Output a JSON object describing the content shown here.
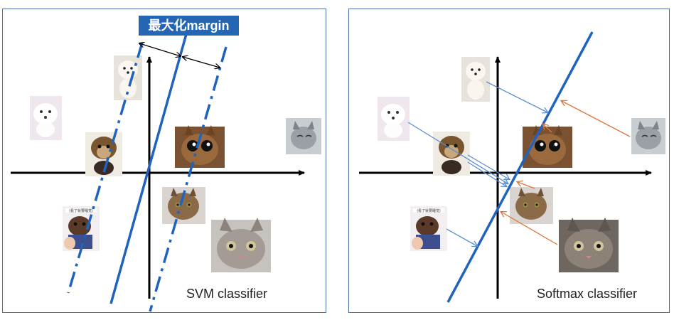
{
  "left_panel": {
    "caption": "SVM classifier",
    "margin_label": "最大化margin"
  },
  "right_panel": {
    "caption": "Softmax classifier"
  },
  "colors": {
    "frame": "#4b6fa3",
    "line": "#1f63bf",
    "dog_arrow": "#5b8fd0",
    "cat_arrow": "#e0733a",
    "badge": "#2566b4"
  },
  "thumbnails": {
    "left": [
      "white-dog",
      "white-puppy",
      "yorkie-dog",
      "dog-with-text",
      "cat-big-eyes",
      "tabby-cat",
      "gray-cat",
      "tabby-cat-closeup"
    ],
    "right": [
      "white-puppy",
      "white-dog",
      "yorkie-dog",
      "dog-with-text",
      "cat-big-eyes",
      "gray-cat",
      "tabby-cat",
      "tabby-cat-closeup"
    ]
  },
  "thumbnail_text": "(看了就要睡觉)"
}
